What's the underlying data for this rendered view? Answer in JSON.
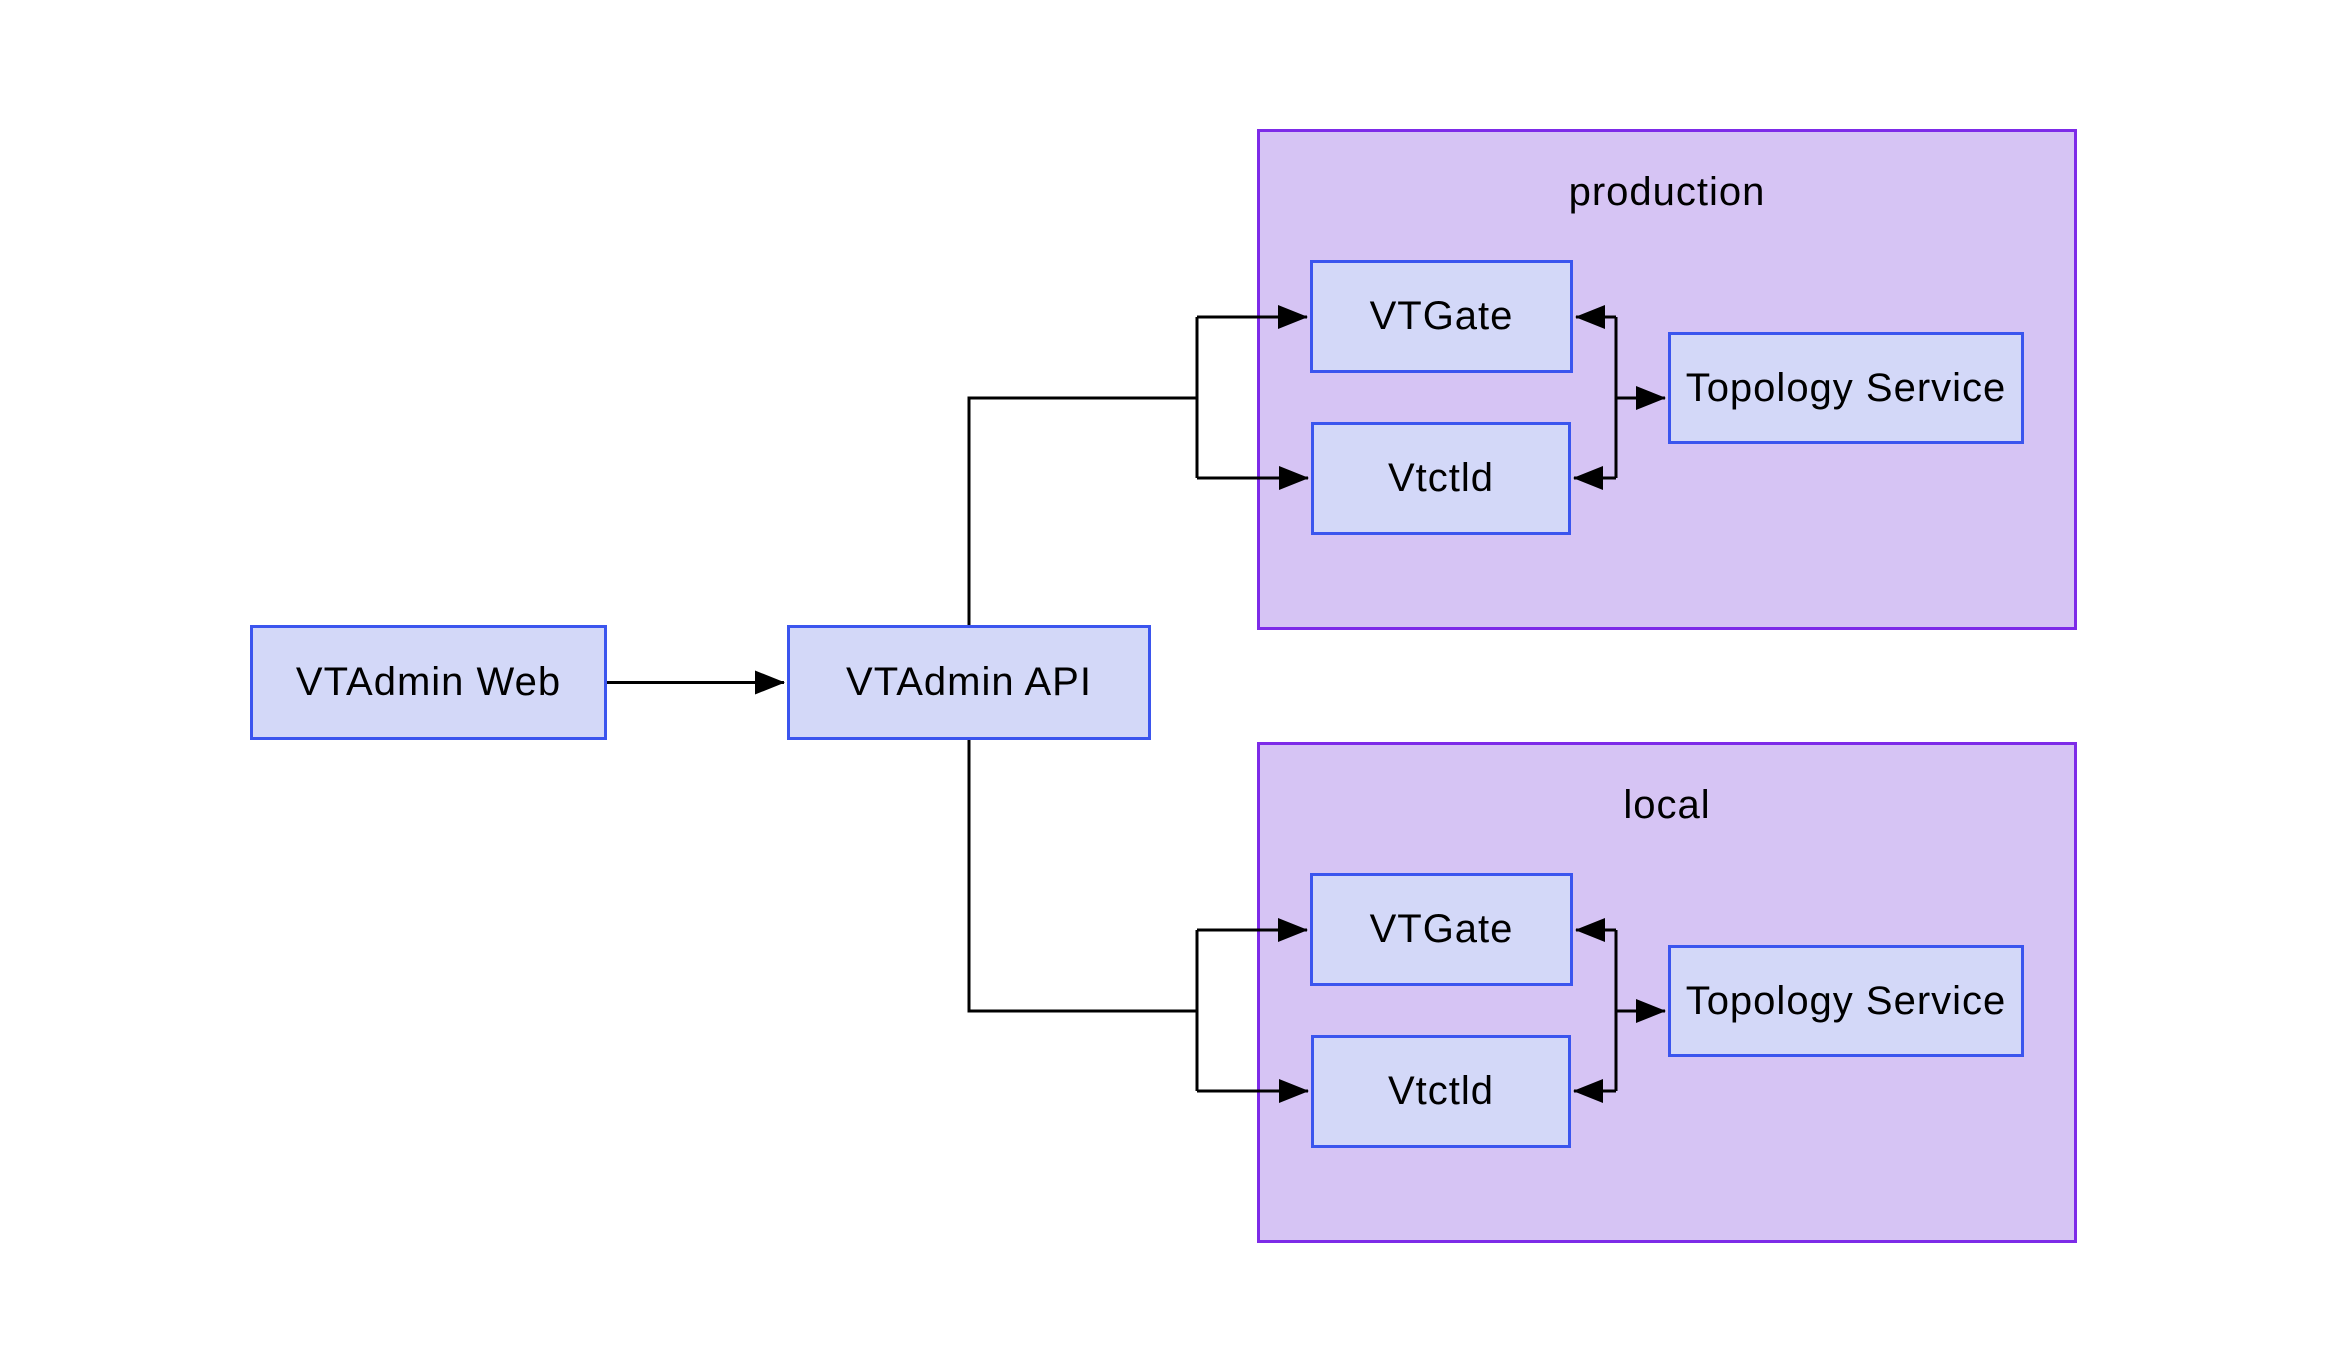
{
  "nodes": {
    "web": {
      "label": "VTAdmin Web"
    },
    "api": {
      "label": "VTAdmin API"
    },
    "prod_vtgate": {
      "label": "VTGate"
    },
    "prod_vtctld": {
      "label": "Vtctld"
    },
    "prod_topo": {
      "label": "Topology Service"
    },
    "local_vtgate": {
      "label": "VTGate"
    },
    "local_vtctld": {
      "label": "Vtctld"
    },
    "local_topo": {
      "label": "Topology Service"
    }
  },
  "clusters": {
    "production": {
      "label": "production"
    },
    "local": {
      "label": "local"
    }
  },
  "edges": [
    {
      "from": "web",
      "to": "api"
    },
    {
      "from": "api",
      "to": "prod_vtgate"
    },
    {
      "from": "api",
      "to": "prod_vtctld"
    },
    {
      "from": "prod_vtgate",
      "to": "prod_topo",
      "bidirectional": true
    },
    {
      "from": "prod_vtctld",
      "to": "prod_topo",
      "bidirectional": true
    },
    {
      "from": "api",
      "to": "local_vtgate"
    },
    {
      "from": "api",
      "to": "local_vtctld"
    },
    {
      "from": "local_vtgate",
      "to": "local_topo",
      "bidirectional": true
    },
    {
      "from": "local_vtctld",
      "to": "local_topo",
      "bidirectional": true
    }
  ],
  "colors": {
    "node_fill": "#d3d8f8",
    "node_border": "#3b55ee",
    "cluster_fill": "#d6c4f4",
    "cluster_border": "#7d2be8",
    "edge": "#000000",
    "text": "#000000",
    "background": "#ffffff"
  }
}
